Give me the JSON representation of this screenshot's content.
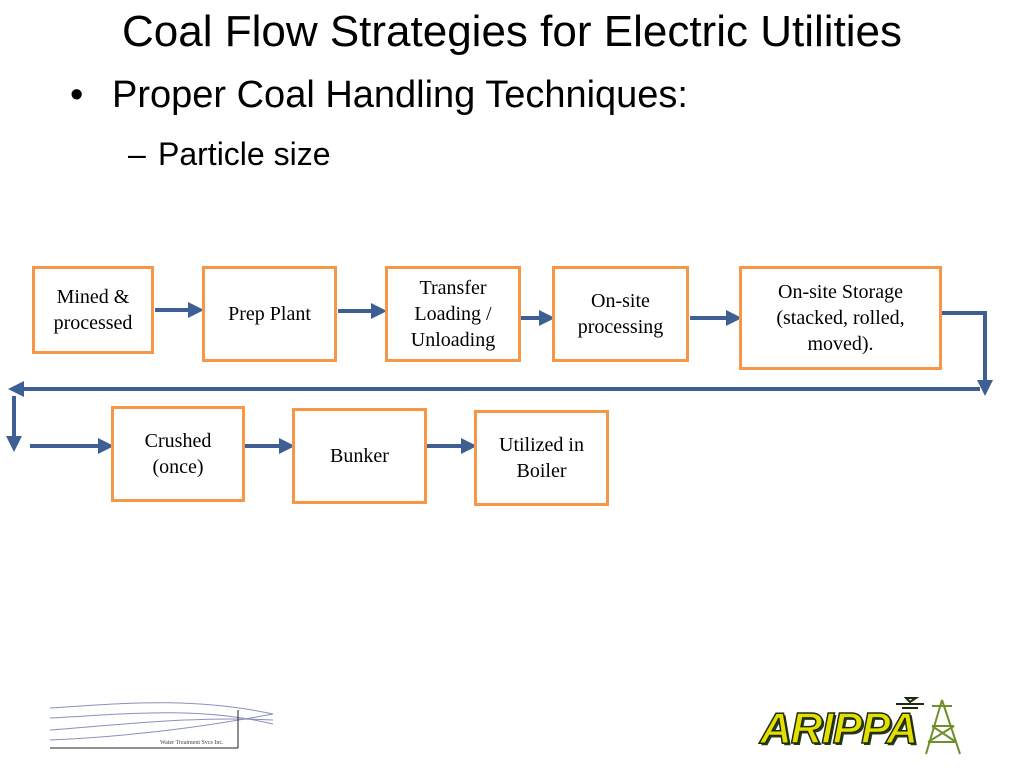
{
  "slide": {
    "title": "Coal Flow Strategies for Electric Utilities",
    "bullet": "Proper Coal Handling Techniques:",
    "sub_bullet": "Particle size"
  },
  "flow": {
    "row1": [
      {
        "id": "mined",
        "label": "Mined &\nprocessed"
      },
      {
        "id": "prep",
        "label": "Prep Plant"
      },
      {
        "id": "transfer",
        "label": "Transfer\nLoading /\nUnloading"
      },
      {
        "id": "onsite-processing",
        "label": "On-site\nprocessing"
      },
      {
        "id": "onsite-storage",
        "label": "On-site Storage\n(stacked, rolled,\nmoved)."
      }
    ],
    "row2": [
      {
        "id": "crushed",
        "label": "Crushed\n(once)"
      },
      {
        "id": "bunker",
        "label": "Bunker"
      },
      {
        "id": "boiler",
        "label": "Utilized in\nBoiler"
      }
    ]
  },
  "logos": {
    "left_caption": "Water Treatment Svcs Inc.",
    "right_text": "ARIPPA"
  },
  "colors": {
    "box_border": "#f79646",
    "arrow": "#3d5f93",
    "logo_yellow": "#e3e000",
    "logo_dark": "#1c2a10"
  }
}
